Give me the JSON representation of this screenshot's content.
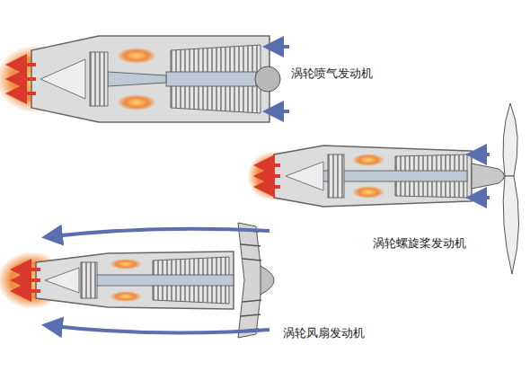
{
  "diagram": {
    "labels": [
      "涡轮喷气发动机",
      "涡轮螺旋桨发动机",
      "涡轮风扇发动机"
    ]
  }
}
